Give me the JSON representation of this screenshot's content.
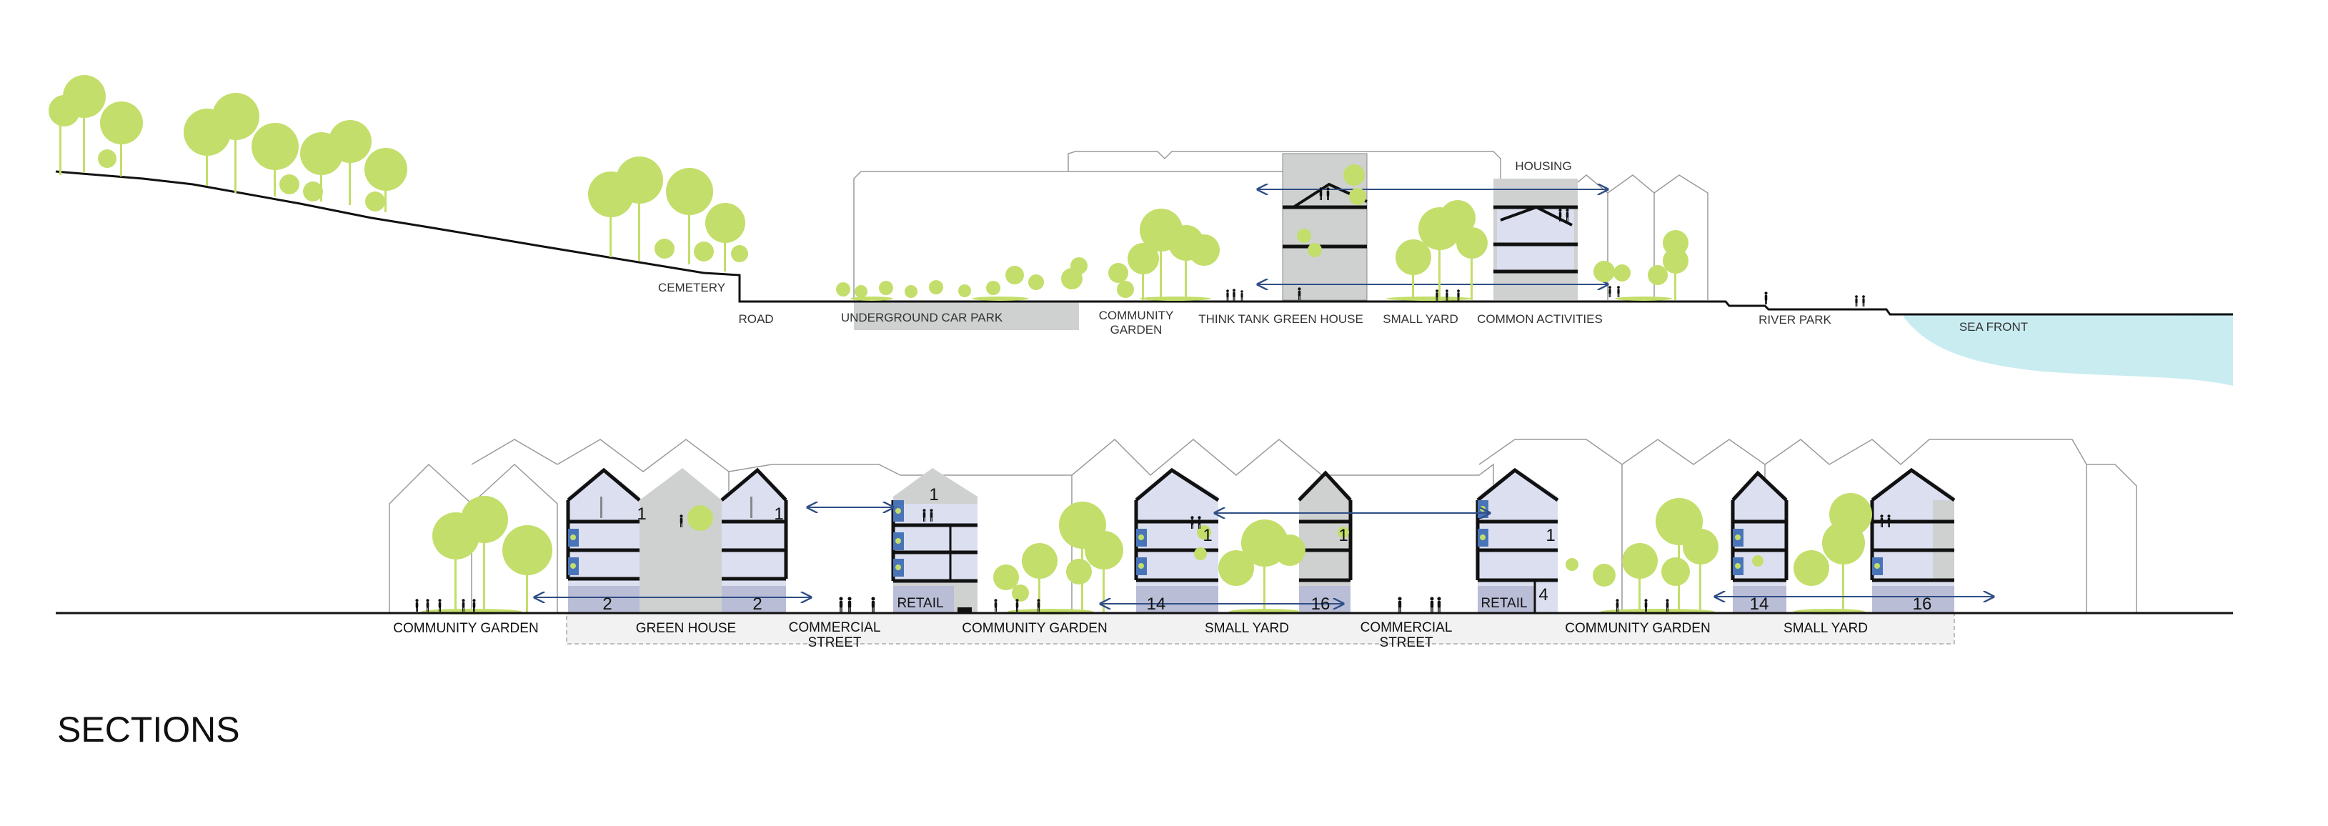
{
  "title": "SECTIONS",
  "colors": {
    "tree": "#c3de6a",
    "trunk": "#c3de6a",
    "interior": "#dcdff0",
    "grey_volume": "#cfd1d1",
    "blue_panel": "#4a74b8",
    "sea": "#c9ecf1",
    "arrow": "#2f4e85"
  },
  "section_top": {
    "labels": {
      "cemetery": "CEMETERY",
      "road": "ROAD",
      "car_park": "UNDERGROUND CAR PARK",
      "community_garden_1": "COMMUNITY",
      "community_garden_2": "GARDEN",
      "think_tank": "THINK TANK",
      "green_house": "GREEN HOUSE",
      "small_yard": "SMALL YARD",
      "common_activities": "COMMON ACTIVITIES",
      "housing": "HOUSING",
      "river_park": "RIVER PARK",
      "sea_front": "SEA FRONT"
    }
  },
  "section_bottom": {
    "labels": {
      "community_garden_a": "COMMUNITY GARDEN",
      "green_house": "GREEN HOUSE",
      "commercial_street_a_1": "COMMERCIAL",
      "commercial_street_a_2": "STREET",
      "community_garden_b": "COMMUNITY GARDEN",
      "small_yard_a": "SMALL YARD",
      "commercial_street_b_1": "COMMERCIAL",
      "commercial_street_b_2": "STREET",
      "community_garden_c": "COMMUNITY GARDEN",
      "small_yard_b": "SMALL YARD"
    },
    "unit_numbers": {
      "gh_left_top": "1",
      "gh_right_top": "1",
      "gh_left_ground": "2",
      "gh_right_ground": "2",
      "retail_a_top": "1",
      "retail_a": "RETAIL",
      "yard_a_top": "1",
      "yard_a_left_ground": "14",
      "yard_a_right_top": "1",
      "yard_a_right_ground": "16",
      "retail_b_top": "1",
      "retail_b": "RETAIL",
      "retail_b_side": "4",
      "yard_b_left_ground": "14",
      "yard_b_right_ground": "16"
    }
  }
}
